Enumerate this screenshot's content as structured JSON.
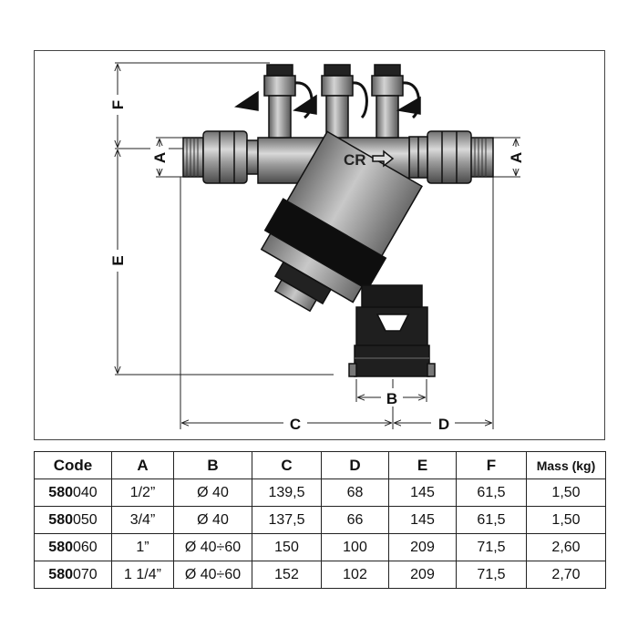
{
  "drawing": {
    "dimension_labels": {
      "F": "F",
      "A_left": "A",
      "E": "E",
      "A_right": "A",
      "B": "B",
      "C": "C",
      "D": "D"
    },
    "logo_text": "CR"
  },
  "table": {
    "headers": [
      "Code",
      "A",
      "B",
      "C",
      "D",
      "E",
      "F",
      "Mass (kg)"
    ],
    "rows": [
      {
        "code_prefix": "580",
        "code_suffix": "040",
        "A": "1/2”",
        "B": "Ø 40",
        "C": "139,5",
        "D": "68",
        "E": "145",
        "F": "61,5",
        "mass": "1,50"
      },
      {
        "code_prefix": "580",
        "code_suffix": "050",
        "A": "3/4”",
        "B": "Ø 40",
        "C": "137,5",
        "D": "66",
        "E": "145",
        "F": "61,5",
        "mass": "1,50"
      },
      {
        "code_prefix": "580",
        "code_suffix": "060",
        "A": "1”",
        "B": "Ø 40÷60",
        "C": "150",
        "D": "100",
        "E": "209",
        "F": "71,5",
        "mass": "2,60"
      },
      {
        "code_prefix": "580",
        "code_suffix": "070",
        "A": "1 1/4”",
        "B": "Ø 40÷60",
        "C": "152",
        "D": "102",
        "E": "209",
        "F": "71,5",
        "mass": "2,70"
      }
    ]
  }
}
